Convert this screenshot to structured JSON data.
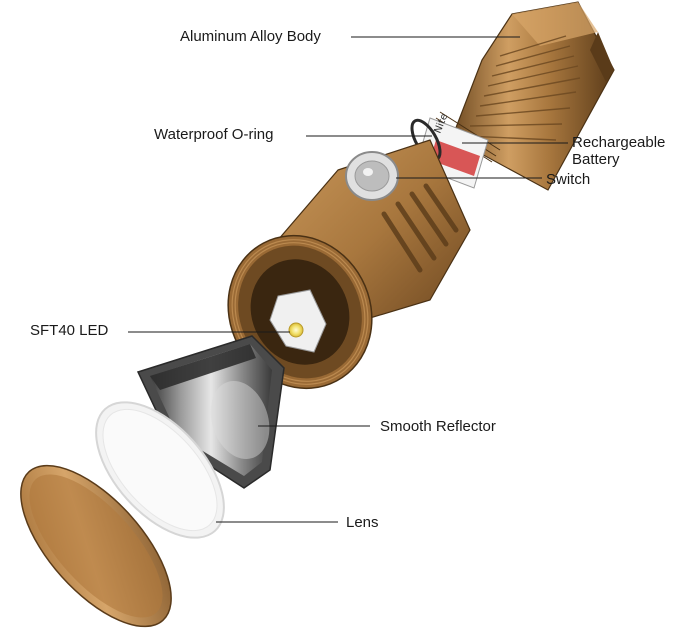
{
  "labels": {
    "body": "Aluminum Alloy Body",
    "oring": "Waterproof O-ring",
    "battery_line1": "Rechargeable",
    "battery_line2": "Battery",
    "switch": "Switch",
    "led": "SFT40 LED",
    "reflector": "Smooth Reflector",
    "lens": "Lens"
  },
  "battery_print": "Nite",
  "colors": {
    "body_main": "#a8773e",
    "body_dark": "#6e4a22",
    "body_light": "#cf9e62",
    "reflector_dark": "#3a3a3a",
    "reflector_mid": "#7e7e7e",
    "reflector_light": "#dcdcdc",
    "lens": "#f1f1f1",
    "battery_red": "#d23a3a",
    "leader_line": "#1a1a1a"
  },
  "icons": [
    "flashlight-body",
    "battery-cell",
    "side-switch",
    "led-emitter",
    "reflector-cone",
    "lens-disc",
    "bezel-ring"
  ]
}
